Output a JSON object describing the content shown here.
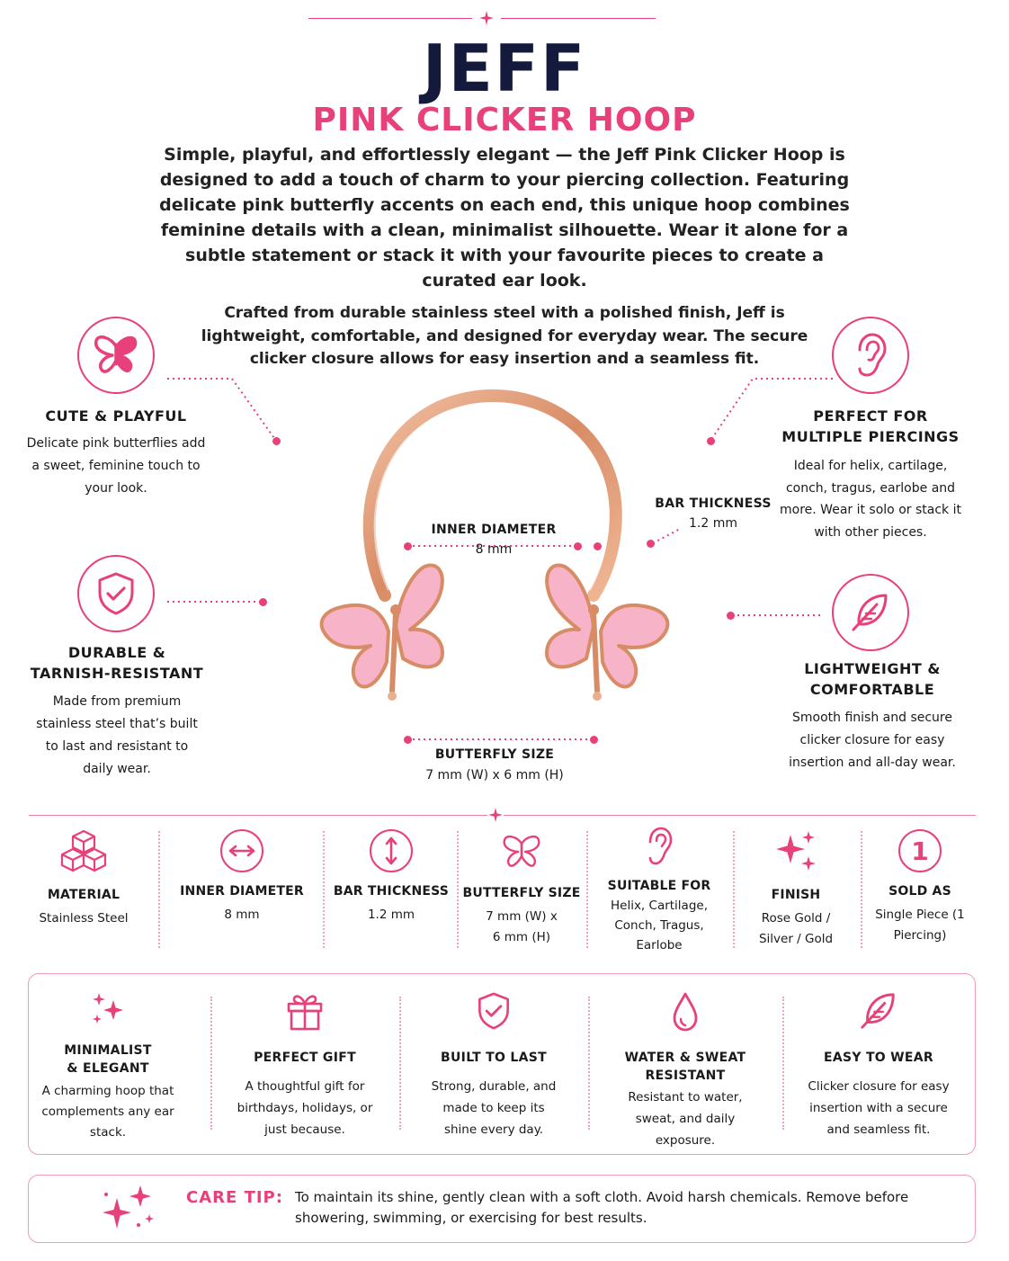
{
  "header": {
    "brand": "JEFF",
    "subtitle": "PINK CLICKER HOOP",
    "intro": "Simple, playful, and effortlessly elegant — the Jeff Pink Clicker Hoop is designed to add a touch of charm to your piercing collection. Featuring delicate pink butterfly accents on each end, this unique hoop combines feminine details with a clean, minimalist silhouette. Wear it alone for a subtle statement or stack it with your favourite pieces to create a curated ear look.",
    "intro2": "Crafted from durable stainless steel with a polished finish, Jeff is lightweight, comfortable, and designed for everyday wear. The secure clicker closure allows for easy insertion and a seamless fit."
  },
  "features": {
    "cute": {
      "title": "CUTE & PLAYFUL",
      "text": "Delicate pink butterflies add a sweet, feminine touch to your look.",
      "icon": "butterfly-icon"
    },
    "durable": {
      "title": "DURABLE & TARNISH-RESISTANT",
      "text": "Made from premium stainless steel that’s built to last and resistant to daily wear.",
      "icon": "shield-check-icon"
    },
    "multiple": {
      "title": "PERFECT FOR MULTIPLE PIERCINGS",
      "text": "Ideal for helix, cartilage, conch, tragus, earlobe and more. Wear it solo or stack it with other pieces.",
      "icon": "ear-icon"
    },
    "lightweight": {
      "title": "LIGHTWEIGHT & COMFORTABLE",
      "text": "Smooth finish and secure clicker closure for easy insertion and all-day wear.",
      "icon": "feather-icon"
    }
  },
  "dimensions": {
    "inner_label": "INNER DIAMETER",
    "inner_value": "8 mm",
    "bar_label": "BAR THICKNESS",
    "bar_value": "1.2 mm",
    "butterfly_label": "BUTTERFLY SIZE",
    "butterfly_value": "7 mm (W) x 6 mm (H)"
  },
  "specs": [
    {
      "title": "MATERIAL",
      "value": "Stainless Steel",
      "icon": "cubes-icon"
    },
    {
      "title": "INNER DIAMETER",
      "value": "8 mm",
      "icon": "diameter-arrows-icon"
    },
    {
      "title": "BAR THICKNESS",
      "value": "1.2 mm",
      "icon": "thickness-arrows-icon"
    },
    {
      "title": "BUTTERFLY SIZE",
      "value": "7 mm (W) x 6 mm (H)",
      "icon": "butterfly-icon"
    },
    {
      "title": "SUITABLE FOR",
      "value": "Helix, Cartilage, Conch, Tragus, Earlobe",
      "icon": "ear-icon"
    },
    {
      "title": "FINISH",
      "value": "Rose Gold / Silver / Gold",
      "icon": "sparkle-icon"
    },
    {
      "title": "SOLD AS",
      "value": "Single Piece (1 Piercing)",
      "icon": "number-one-icon",
      "icon_text": "1"
    }
  ],
  "benefits": [
    {
      "title": "MINIMALIST & ELEGANT",
      "text": "A charming hoop that complements any ear stack.",
      "icon": "sparkle-icon"
    },
    {
      "title": "PERFECT GIFT",
      "text": "A thoughtful gift for birthdays, holidays, or just because.",
      "icon": "gift-icon"
    },
    {
      "title": "BUILT TO LAST",
      "text": "Strong, durable, and made to keep its shine every day.",
      "icon": "shield-check-icon"
    },
    {
      "title": "WATER & SWEAT RESISTANT",
      "text": "Resistant to water, sweat, and daily exposure.",
      "icon": "water-drop-icon"
    },
    {
      "title": "EASY TO WEAR",
      "text": "Clicker closure for easy insertion with a secure and seamless fit.",
      "icon": "feather-icon"
    }
  ],
  "care": {
    "label": "CARE TIP:",
    "text": "To maintain its shine, gently clean with a soft cloth. Avoid harsh chemicals. Remove before showering, swimming, or exercising for best results."
  },
  "colors": {
    "accent": "#e8407a",
    "navy": "#141a3c",
    "rose_gold": "#d9956f",
    "butterfly_pink": "#f7b3c8"
  }
}
